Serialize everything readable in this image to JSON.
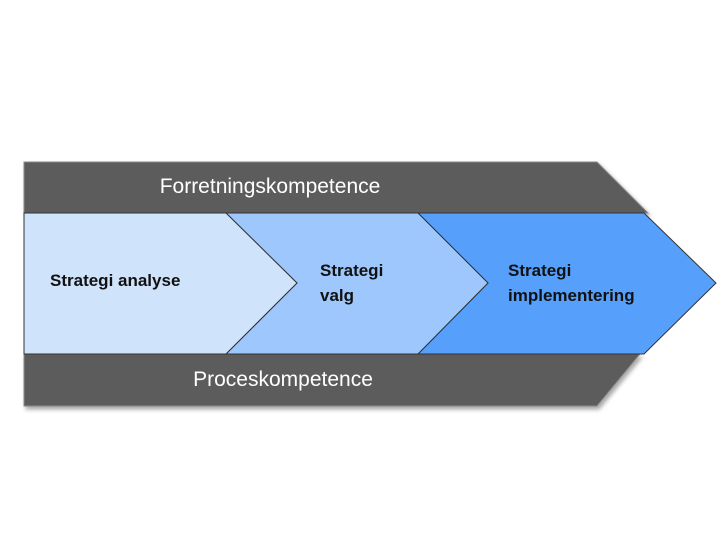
{
  "diagram": {
    "top_band": {
      "label": "Forretningskompetence"
    },
    "bottom_band": {
      "label": "Proceskompetence"
    },
    "steps": [
      {
        "lines": [
          "Strategi analyse"
        ]
      },
      {
        "lines": [
          "Strategi",
          "valg"
        ]
      },
      {
        "lines": [
          "Strategi",
          "implementering"
        ]
      }
    ],
    "colors": {
      "band": "#5b5b5b",
      "band_edge": "#8a8a8a",
      "step1": "#cfe3fb",
      "step2": "#9dc7fd",
      "step3": "#56a0fb",
      "step_edge": "#333333"
    }
  }
}
